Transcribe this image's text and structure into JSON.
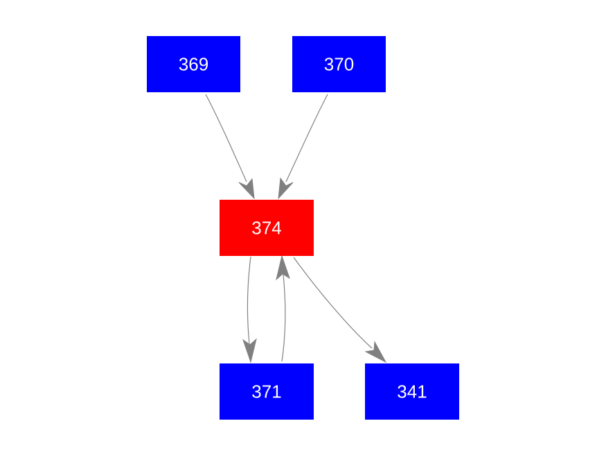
{
  "colors": {
    "default_node": "#0000ff",
    "highlight_node": "#ff0000",
    "edge": "#808080",
    "label": "#ffffff",
    "background": "#ffffff"
  },
  "nodes": [
    {
      "id": "369",
      "label": "369",
      "highlight": false
    },
    {
      "id": "370",
      "label": "370",
      "highlight": false
    },
    {
      "id": "374",
      "label": "374",
      "highlight": true
    },
    {
      "id": "371",
      "label": "371",
      "highlight": false
    },
    {
      "id": "341",
      "label": "341",
      "highlight": false
    }
  ],
  "edges": [
    {
      "from": "369",
      "to": "374"
    },
    {
      "from": "370",
      "to": "374"
    },
    {
      "from": "374",
      "to": "371"
    },
    {
      "from": "371",
      "to": "374"
    },
    {
      "from": "374",
      "to": "341"
    }
  ]
}
